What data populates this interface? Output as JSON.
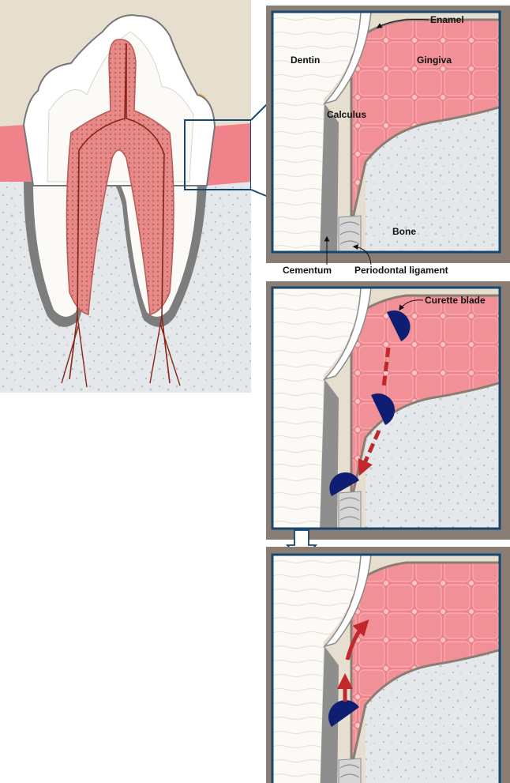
{
  "labels": {
    "enamel": "Enamel",
    "dentin": "Dentin",
    "gingiva": "Gingiva",
    "calculus": "Calculus",
    "bone": "Bone",
    "cementum": "Cementum",
    "periodontal_ligament": "Periodontal ligament",
    "curette_blade": "Curette blade"
  },
  "colors": {
    "frame": "#8a7d74",
    "inner_border": "#17476e",
    "dentin": "#fbfaf6",
    "enamel": "#ffffff",
    "pulp": "#e58a88",
    "pulp_vessel": "#8b2417",
    "gingiva": "#f0838a",
    "calculus": "#f9b25e",
    "cementum": "#8e8e8e",
    "bone": "#e4e8ea",
    "soft_tissue_bg": "#e6dfd0",
    "curette": "#0f1d72",
    "motion_arrow": "#c0282b"
  }
}
